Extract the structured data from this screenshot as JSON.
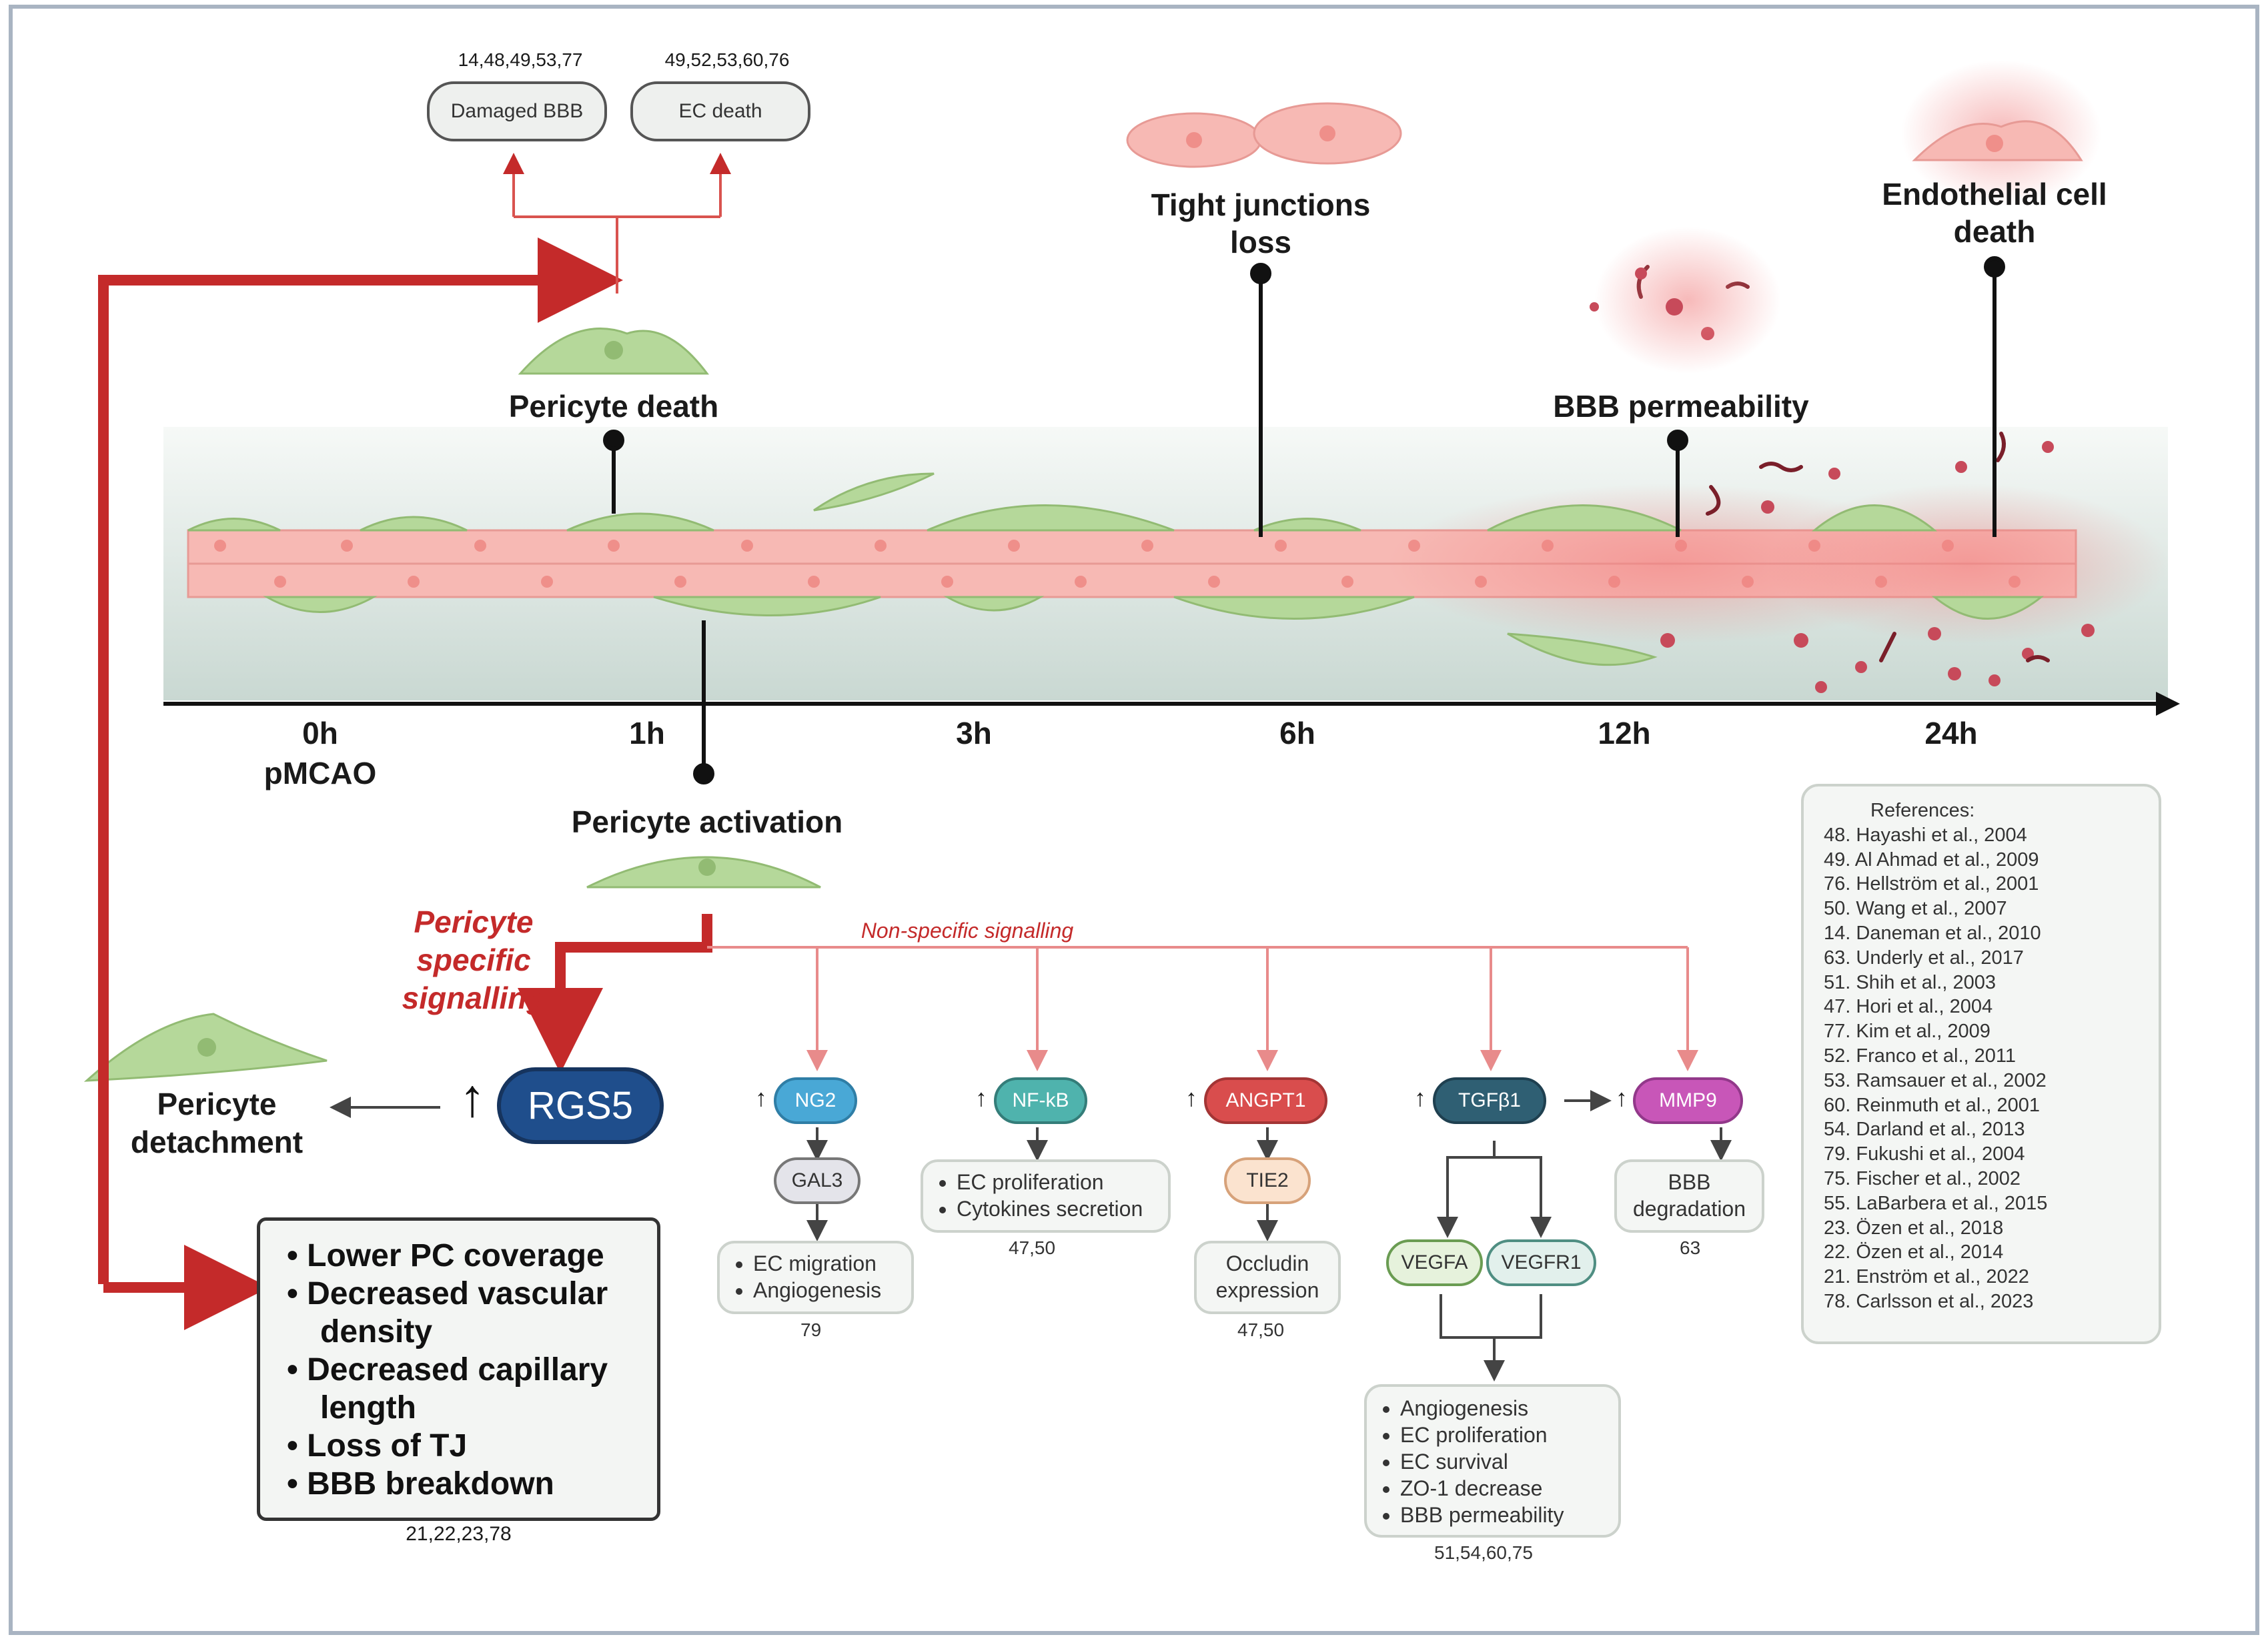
{
  "top_refs": {
    "damaged_bbb": "14,48,49,53,77",
    "ec_death": "49,52,53,60,76"
  },
  "top_boxes": {
    "damaged_bbb": "Damaged BBB",
    "ec_death": "EC death"
  },
  "events": {
    "pericyte_death": "Pericyte death",
    "tight_junctions_1": "Tight junctions",
    "tight_junctions_2": "loss",
    "bbb_permeability": "BBB permeability",
    "ec_death_1": "Endothelial cell",
    "ec_death_2": "death",
    "pericyte_activation": "Pericyte activation"
  },
  "timeline": {
    "ticks": [
      "0h",
      "1h",
      "3h",
      "6h",
      "12h",
      "24h"
    ],
    "start_sub": "pMCAO"
  },
  "signalling": {
    "specific_1": "Pericyte",
    "specific_2": "specific",
    "specific_3": "signalling",
    "nonspecific": "Non-specific signalling",
    "rgs5": "RGS5",
    "up_arrow": "↑",
    "detach_1": "Pericyte",
    "detach_2": "detachment"
  },
  "outcomes": {
    "items": [
      "Lower PC coverage",
      "Decreased vascular",
      "density",
      "Decreased capillary",
      "length",
      "Loss of TJ",
      "BBB breakdown"
    ],
    "refs": "21,22,23,78"
  },
  "pathways": {
    "ng2": "NG2",
    "gal3": "GAL3",
    "ng2_effects": [
      "EC migration",
      "Angiogenesis"
    ],
    "ng2_refs": "79",
    "nfkb": "NF-kB",
    "nfkb_effects": [
      "EC proliferation",
      "Cytokines secretion"
    ],
    "nfkb_refs": "47,50",
    "angpt1": "ANGPT1",
    "tie2": "TIE2",
    "angpt1_eff_1": "Occludin",
    "angpt1_eff_2": "expression",
    "angpt1_refs": "47,50",
    "tgfb1": "TGFβ1",
    "vegfa": "VEGFA",
    "vegfr1": "VEGFR1",
    "tgfb_effects": [
      "Angiogenesis",
      "EC proliferation",
      "EC survival",
      "ZO-1 decrease",
      "BBB permeability"
    ],
    "tgfb_refs": "51,54,60,75",
    "mmp9": "MMP9",
    "mmp9_eff_1": "BBB",
    "mmp9_eff_2": "degradation",
    "mmp9_refs": "63"
  },
  "references": {
    "title": "References:",
    "items": [
      "48. Hayashi et al., 2004",
      "49. Al Ahmad et al., 2009",
      "76. Hellström et al., 2001",
      "50. Wang et al., 2007",
      "14. Daneman et al., 2010",
      "63. Underly et al., 2017",
      "51. Shih et al., 2003",
      "47. Hori et al., 2004",
      "77. Kim et al., 2009",
      "52. Franco et al., 2011",
      "53. Ramsauer et al., 2002",
      "60. Reinmuth et al., 2001",
      "54. Darland et al., 2013",
      "79. Fukushi et al., 2004",
      "75. Fischer  et al., 2002",
      "55. LaBarbera et al., 2015",
      "23. Özen et al., 2018",
      "22. Özen et al., 2014",
      "21. Enström et al., 2022",
      "78. Carlsson et al., 2023"
    ]
  },
  "colors": {
    "red_arrow": "#c42a2a",
    "pink_line": "#e88b8b",
    "pericyte_green": "#a9cf8a",
    "endothelial_pink": "#f4a5a5",
    "rgs5_blue": "#1f4e8c",
    "ng2": "#49a8d6",
    "nfkb": "#4fb3ad",
    "angpt1": "#d94d4d",
    "tgfb1": "#2f5f73",
    "mmp9": "#c856b8"
  }
}
